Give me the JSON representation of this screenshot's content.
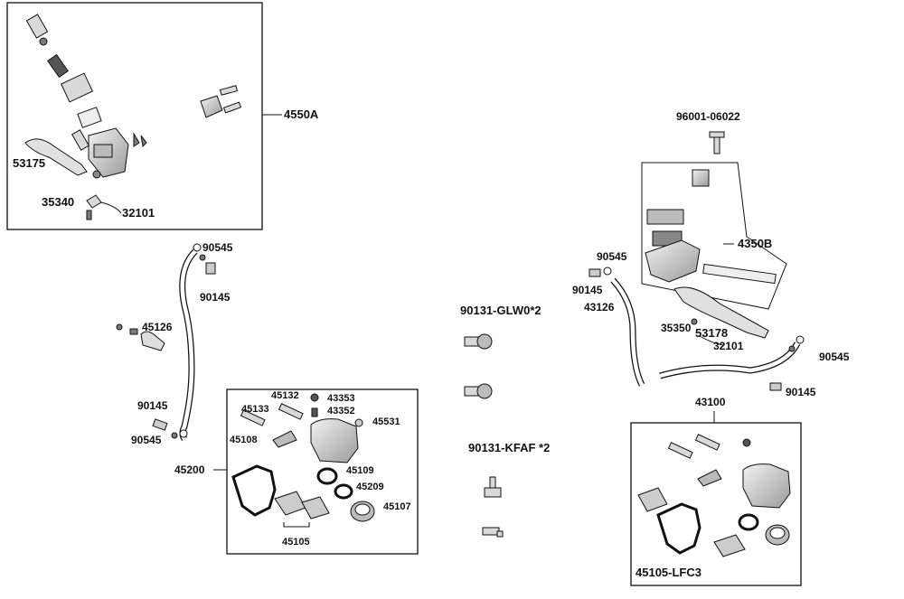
{
  "diagram": {
    "colors": {
      "line": "#111111",
      "part_fill": "#d9d9d9",
      "part_dark": "#7a7a7a",
      "background": "#ffffff"
    },
    "labels": {
      "l4550A": "4550A",
      "l53175": "53175",
      "l35340": "35340",
      "l32101a": "32101",
      "l90545a": "90545",
      "l90145a": "90145",
      "l45126": "45126",
      "l90145b": "90145",
      "l90545b": "90545",
      "l45200": "45200",
      "l45132": "45132",
      "l43353": "43353",
      "l43352": "43352",
      "l45133": "45133",
      "l45531": "45531",
      "l45108": "45108",
      "l45109": "45109",
      "l45209": "45209",
      "l45107": "45107",
      "l45105": "45105",
      "l90131glw": "90131-GLW0*2",
      "l90131kfaf": "90131-KFAF *2",
      "l96001": "96001-06022",
      "l4350B": "4350B",
      "l90545c": "90545",
      "l90145c": "90145",
      "l43126": "43126",
      "l53178": "53178",
      "l35350": "35350",
      "l32101b": "32101",
      "l90545d": "90545",
      "l90145d": "90145",
      "l43100": "43100",
      "l45105lfc3": "45105-LFC3"
    }
  }
}
